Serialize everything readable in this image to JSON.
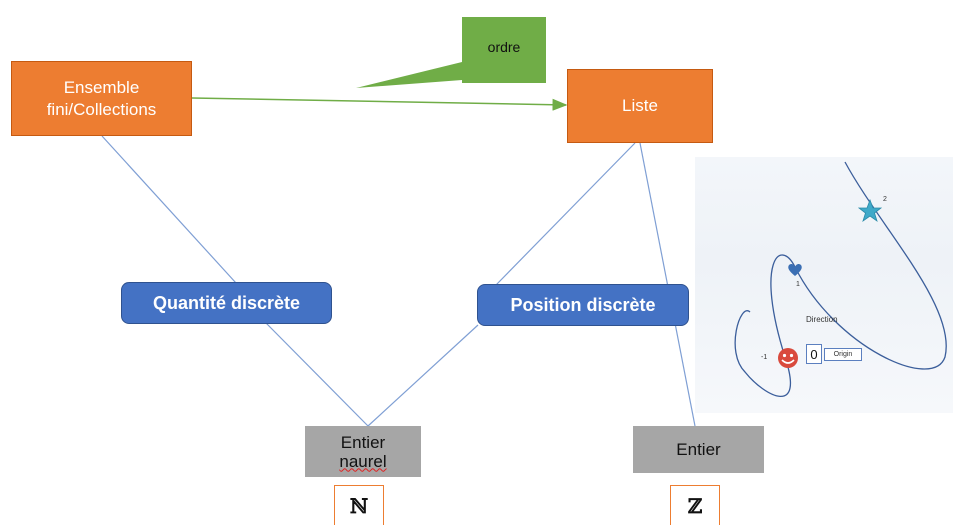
{
  "nodes": {
    "ensemble": "Ensemble fini/Collections",
    "liste": "Liste",
    "ordre": "ordre",
    "quantite": "Quantité discrète",
    "position": "Position discrète",
    "entier_naturel_l1": "Entier",
    "entier_naturel_l2": "naurel",
    "entier": "Entier",
    "sym_n": "ℕ",
    "sym_z": "ℤ"
  },
  "inset": {
    "label_2": "2",
    "label_1": "1",
    "label_m1": "-1",
    "direction": "Direction",
    "zero": "0",
    "origin": "Origin"
  },
  "colors": {
    "orange": "#ed7d31",
    "green": "#70ad47",
    "blue": "#4472c4",
    "gray": "#a6a6a6",
    "line": "#7f9fd4"
  }
}
